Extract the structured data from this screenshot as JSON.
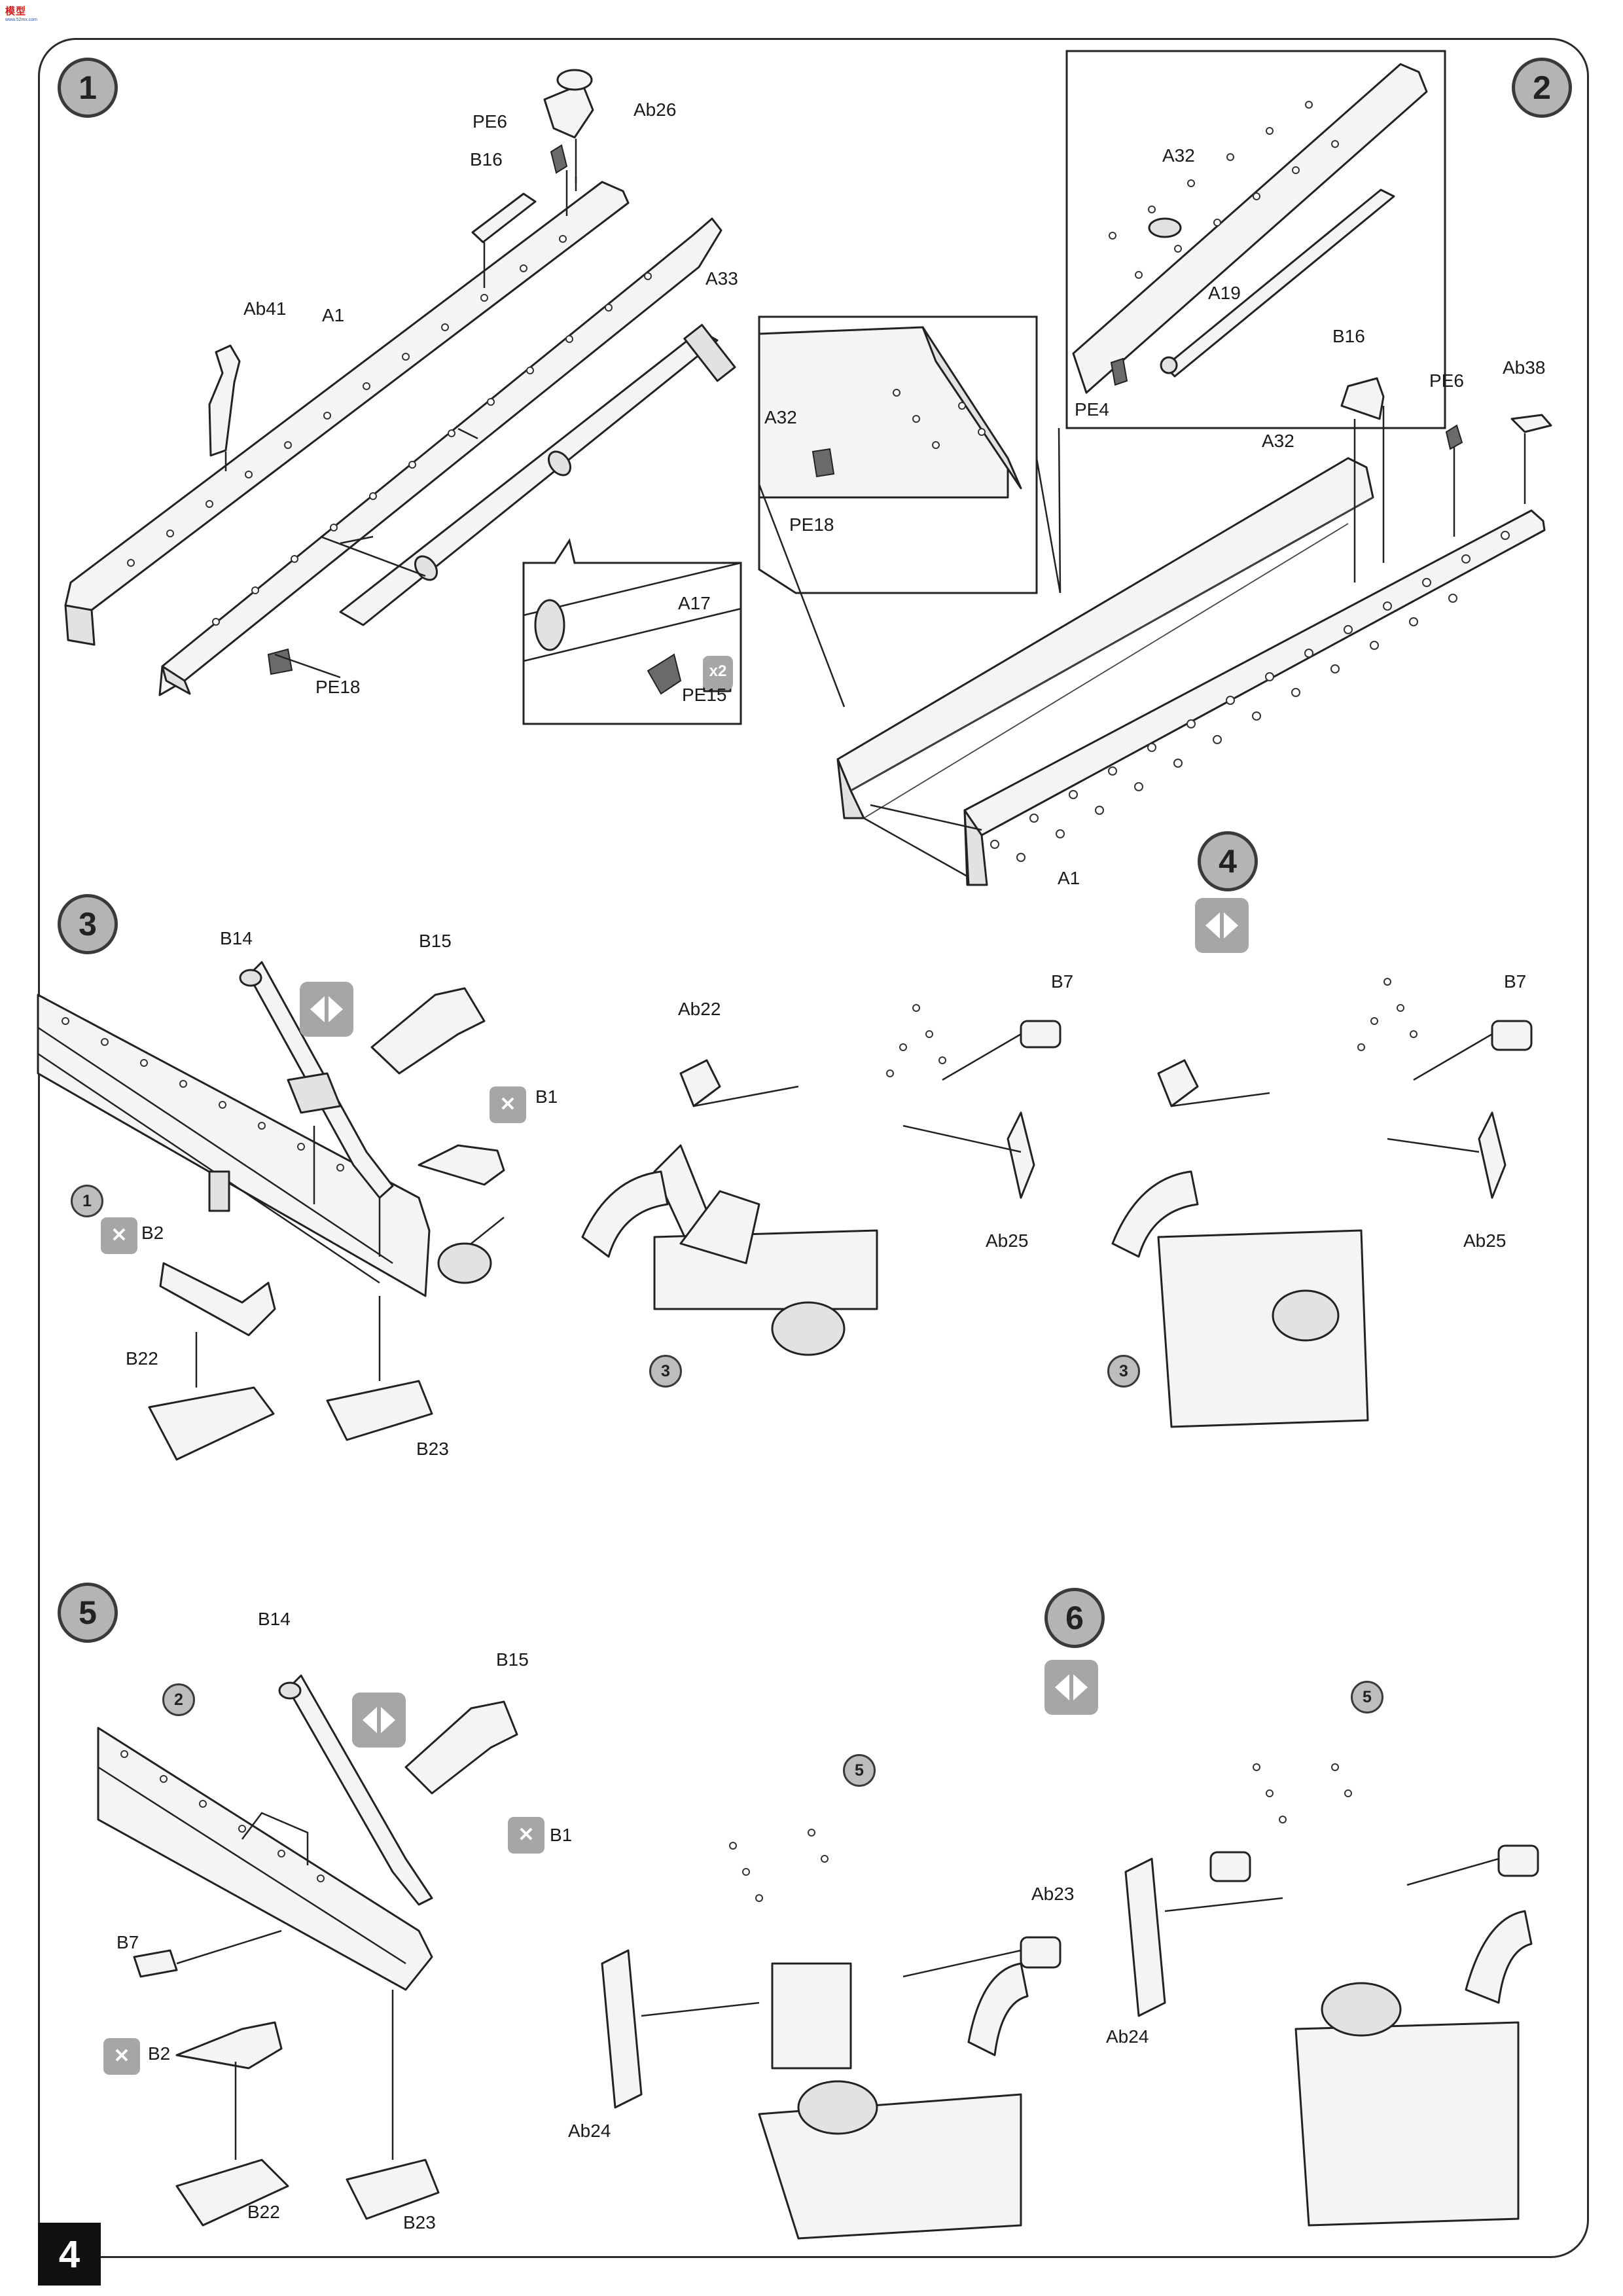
{
  "brand": {
    "mark": "模型",
    "sub": "www.52mx.com"
  },
  "page_number": "4",
  "symbols": {
    "optional": "optional-parts",
    "remove": "remove-part",
    "times2": "x2"
  },
  "steps": [
    {
      "number": "1",
      "labels": [
        "Ab26",
        "PE6",
        "B16",
        "A33",
        "Ab41",
        "A1",
        "A17",
        "PE18",
        "PE15"
      ]
    },
    {
      "number": "2",
      "labels": [
        "A32",
        "A19",
        "PE4",
        "A32",
        "PE18",
        "B16",
        "PE6",
        "Ab38",
        "A32",
        "A1"
      ]
    },
    {
      "number": "3",
      "ref": "1",
      "labels": [
        "B14",
        "B15",
        "B1",
        "B2",
        "B22",
        "B23"
      ]
    },
    {
      "number": "4",
      "ref": "3",
      "labels": [
        "Ab22",
        "B7",
        "Ab25",
        "B7",
        "Ab25"
      ]
    },
    {
      "number": "5",
      "ref": "2",
      "labels": [
        "B14",
        "B15",
        "B1",
        "B7",
        "B2",
        "B22",
        "B23"
      ]
    },
    {
      "number": "6",
      "ref": "5",
      "labels": [
        "Ab23",
        "Ab24",
        "Ab24"
      ]
    }
  ]
}
